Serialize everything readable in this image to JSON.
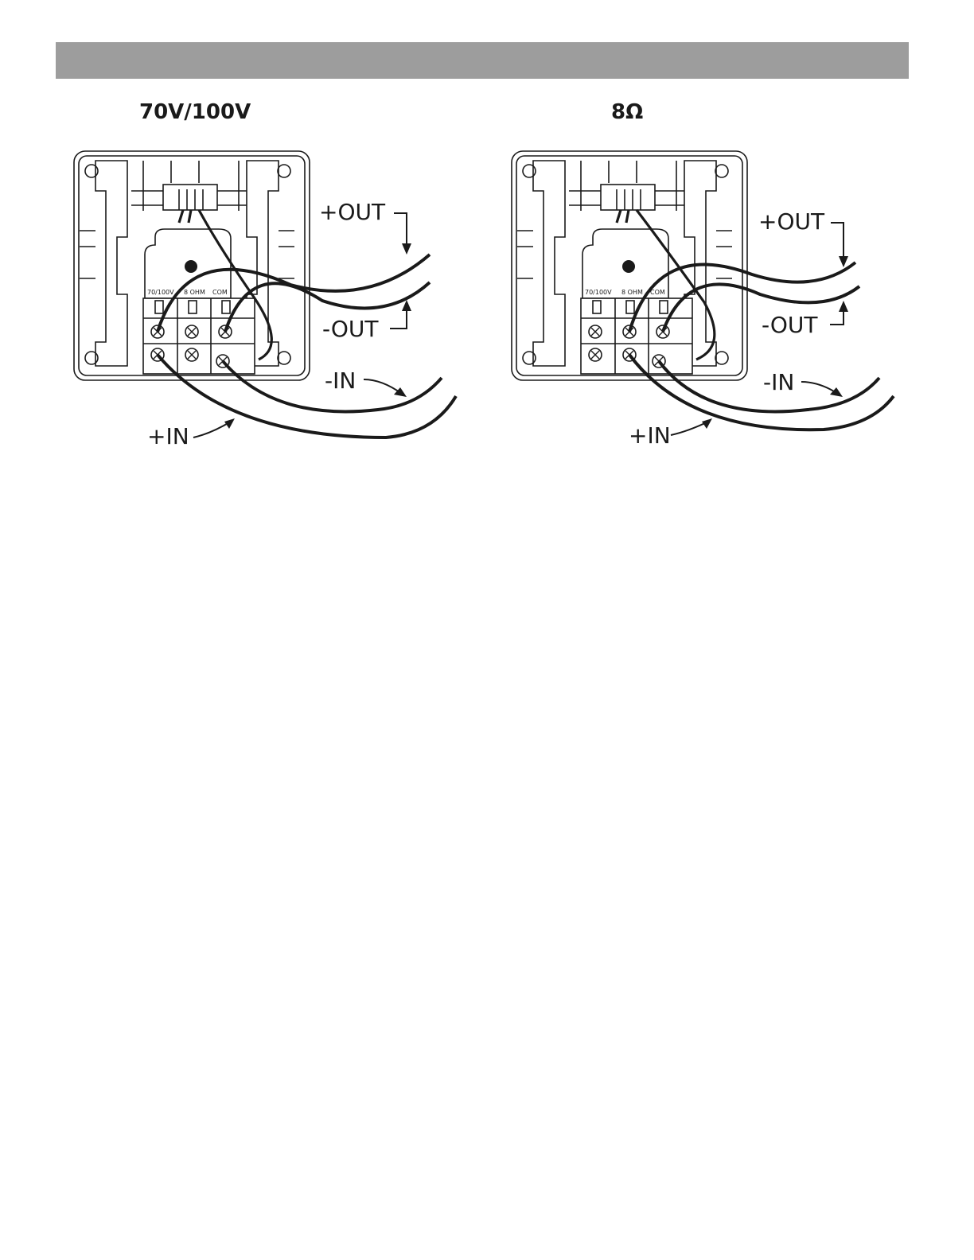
{
  "header": {
    "text": ""
  },
  "diagrams": [
    {
      "title": "70V/100V",
      "terminal_labels": [
        "70/100V",
        "8 OHM",
        "COM"
      ],
      "wire_labels": {
        "plus_out": "+OUT",
        "minus_out": "-OUT",
        "minus_in": "-IN",
        "plus_in": "+IN"
      }
    },
    {
      "title": "8Ω",
      "terminal_labels": [
        "70/100V",
        "8 OHM",
        "COM"
      ],
      "wire_labels": {
        "plus_out": "+OUT",
        "minus_out": "-OUT",
        "minus_in": "-IN",
        "plus_in": "+IN"
      }
    }
  ]
}
